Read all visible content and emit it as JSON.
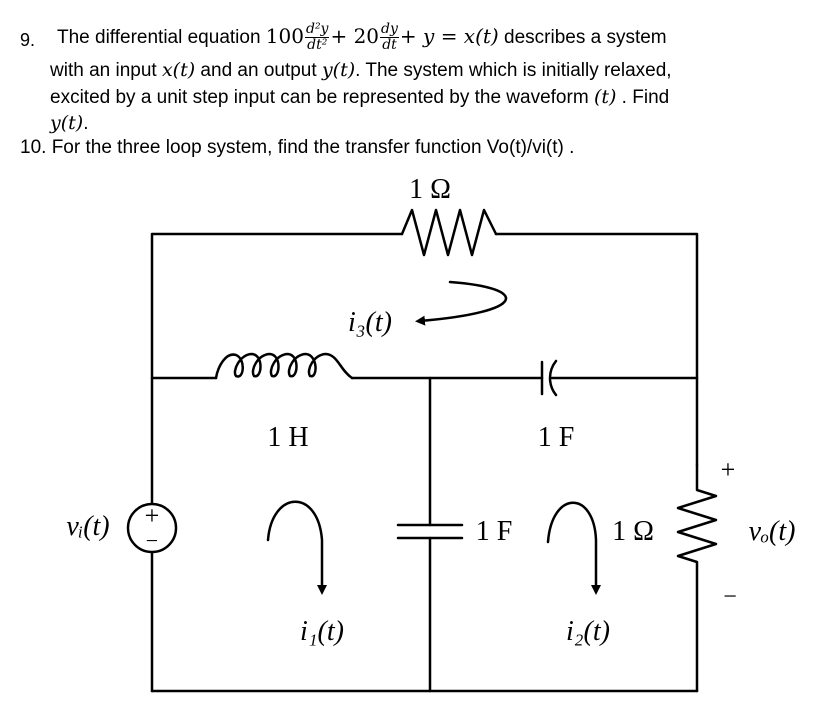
{
  "q9": {
    "number": "9.",
    "line1_prefix": "The differential equation ",
    "coef1": "100",
    "frac1_num": "d²y",
    "frac1_den": "dt²",
    "coef2": "+ 20",
    "frac2_num": "dy",
    "frac2_den": "dt",
    "eq_tail": "+ y = x(t)",
    "line1_suffix": " describes a system",
    "line2_a": "with an input ",
    "line2_m1": "x(t)",
    "line2_b": " and an output ",
    "line2_m2": "y(t)",
    "line2_c": ". The system which is initially relaxed,",
    "line3_a": "excited by a unit step input can be represented by the waveform ",
    "line3_m": "(t)",
    "line3_b": " . Find",
    "line4_m": "y(t)",
    "line4_b": "."
  },
  "q10": {
    "number": "10.",
    "text": "For the three loop system, find the transfer function Vo(t)/vi(t) ."
  },
  "circuit": {
    "r_top": "1 Ω",
    "inductor": "1 H",
    "cap_top": "1 F",
    "cap_mid": "1 F",
    "r_right": "1 Ω",
    "i1": "i₁(t)",
    "i2": "i₂(t)",
    "i3": "i₃(t)",
    "vi": "vᵢ(t)",
    "vo": "vₒ(t)",
    "plus": "+",
    "minus": "−",
    "src_plus": "+",
    "src_minus": "−"
  }
}
